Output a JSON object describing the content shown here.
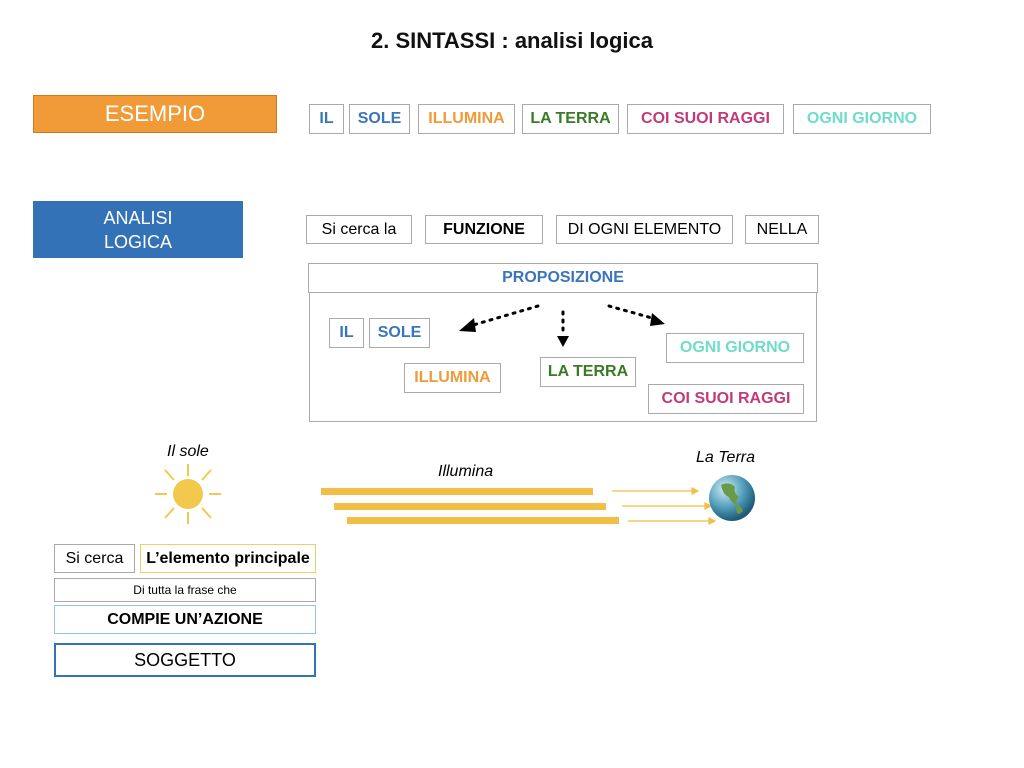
{
  "title": "2. SINTASSI : analisi logica",
  "esempio_label": "ESEMPIO",
  "analisi_label_1": "ANALISI",
  "analisi_label_2": "LOGICA",
  "sentence": [
    "IL",
    "SOLE",
    "ILLUMINA",
    "LA TERRA",
    "COI SUOI RAGGI",
    "OGNI GIORNO"
  ],
  "instruction": [
    "Si cerca la",
    "FUNZIONE",
    "DI OGNI ELEMENTO",
    "NELLA"
  ],
  "proposition": {
    "header": "PROPOSIZIONE",
    "il": "IL",
    "sole": "SOLE",
    "illumina": "ILLUMINA",
    "la_terra": "LA TERRA",
    "ogni_giorno": "OGNI GIORNO",
    "coi_suoi_raggi": "COI SUOI RAGGI"
  },
  "illustration": {
    "sun_label": "Il sole",
    "verb_label": "Illumina",
    "earth_label": "La Terra"
  },
  "definition": {
    "si_cerca": "Si cerca",
    "elemento": "L’elemento principale",
    "frase": "Di tutta la frase che",
    "azione": "COMPIE UN’AZIONE",
    "soggetto": "SOGGETTO"
  },
  "colors": {
    "orange": "#F09A38",
    "blue": "#3A75BC",
    "green": "#3A7A26",
    "magenta": "#C33A78",
    "teal": "#6EDCC8"
  }
}
